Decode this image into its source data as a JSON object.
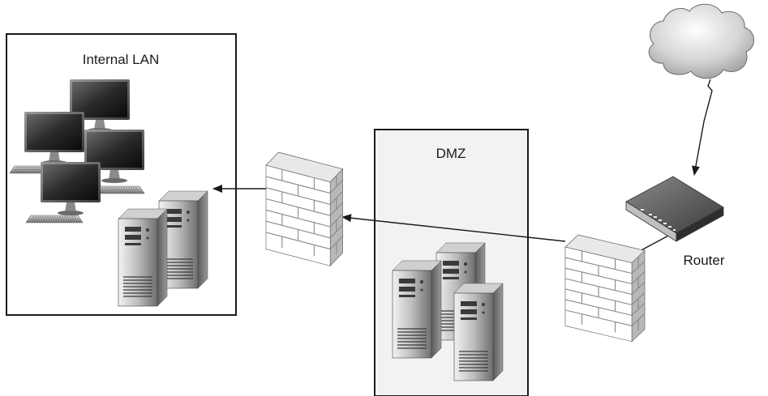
{
  "zones": {
    "internal_lan": {
      "label": "Internal LAN"
    },
    "dmz": {
      "label": "DMZ"
    }
  },
  "devices": {
    "router": {
      "label": "Router",
      "icon": "router-icon"
    },
    "internet": {
      "icon": "cloud-icon"
    },
    "outer_firewall": {
      "icon": "firewall-icon"
    },
    "inner_firewall": {
      "icon": "firewall-icon"
    }
  },
  "colors": {
    "line": "#1a1a1a",
    "dmz_fill": "#f2f2f2",
    "wall_mortar": "#8a8a8a"
  }
}
